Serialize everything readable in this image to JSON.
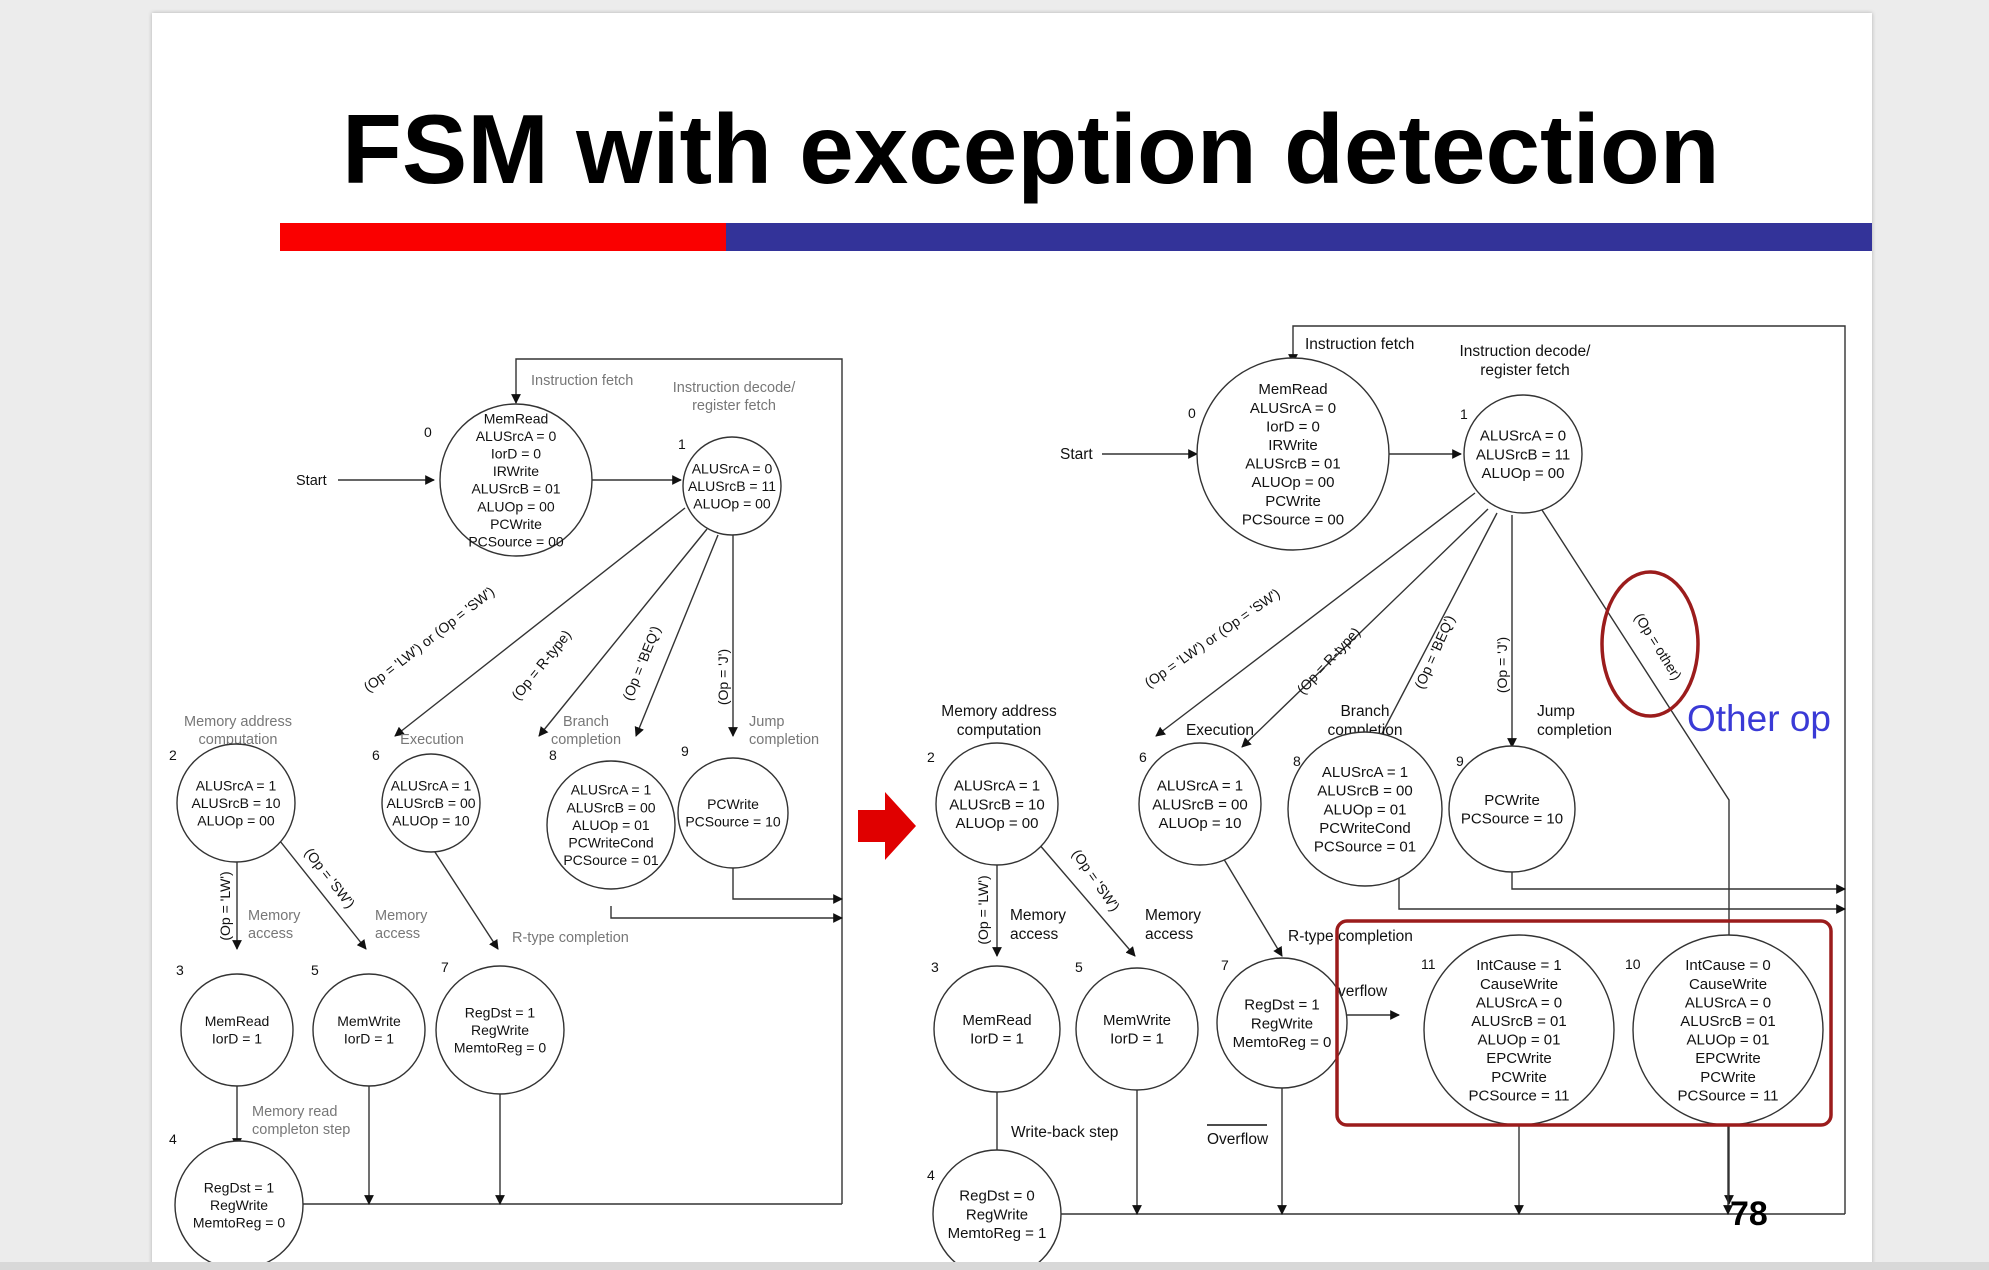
{
  "slide": {
    "title": "FSM with exception detection",
    "page_number": "78",
    "colors": {
      "bar_red": "#fa0000",
      "bar_blue": "#333399",
      "highlight": "#9b1c1c",
      "annotation": "#3a3ad6",
      "arrow": "#e00000"
    }
  },
  "left_fsm": {
    "labels": {
      "instruction_fetch": "Instruction fetch",
      "decode": [
        "Instruction decode/",
        "register fetch"
      ],
      "start": "Start",
      "mem_addr": [
        "Memory address",
        "computation"
      ],
      "execution": "Execution",
      "branch": [
        "Branch",
        "completion"
      ],
      "jump": [
        "Jump",
        "completion"
      ],
      "mem_access_3": [
        "Memory",
        "access"
      ],
      "mem_access_5": [
        "Memory",
        "access"
      ],
      "rtype_completion": "R-type completion",
      "mem_read_completion": [
        "Memory read",
        "completon step"
      ]
    },
    "conditions": {
      "lw_or_sw": "(Op = 'LW') or (Op = 'SW')",
      "rtype": "(Op = R-type)",
      "beq": "(Op = 'BEQ')",
      "j": "(Op = 'J')",
      "lw": "(Op = 'LW')",
      "sw": "(Op = 'SW')"
    },
    "states": [
      {
        "num": "0",
        "lines": [
          "MemRead",
          "ALUSrcA = 0",
          "IorD = 0",
          "IRWrite",
          "ALUSrcB = 01",
          "ALUOp = 00",
          "PCWrite",
          "PCSource = 00"
        ]
      },
      {
        "num": "1",
        "lines": [
          "ALUSrcA = 0",
          "ALUSrcB = 11",
          "ALUOp = 00"
        ]
      },
      {
        "num": "2",
        "lines": [
          "ALUSrcA = 1",
          "ALUSrcB = 10",
          "ALUOp = 00"
        ]
      },
      {
        "num": "6",
        "lines": [
          "ALUSrcA = 1",
          "ALUSrcB = 00",
          "ALUOp = 10"
        ]
      },
      {
        "num": "8",
        "lines": [
          "ALUSrcA = 1",
          "ALUSrcB = 00",
          "ALUOp = 01",
          "PCWriteCond",
          "PCSource = 01"
        ]
      },
      {
        "num": "9",
        "lines": [
          "PCWrite",
          "PCSource = 10"
        ]
      },
      {
        "num": "3",
        "lines": [
          "MemRead",
          "IorD = 1"
        ]
      },
      {
        "num": "5",
        "lines": [
          "MemWrite",
          "IorD = 1"
        ]
      },
      {
        "num": "7",
        "lines": [
          "RegDst = 1",
          "RegWrite",
          "MemtoReg = 0"
        ]
      },
      {
        "num": "4",
        "lines": [
          "RegDst = 1",
          "RegWrite",
          "MemtoReg = 0"
        ]
      }
    ]
  },
  "right_fsm": {
    "labels": {
      "instruction_fetch": "Instruction fetch",
      "decode": [
        "Instruction decode/",
        "register fetch"
      ],
      "start": "Start",
      "mem_addr": [
        "Memory address",
        "computation"
      ],
      "execution": "Execution",
      "branch": [
        "Branch",
        "completion"
      ],
      "jump": [
        "Jump",
        "completion"
      ],
      "mem_access_3": [
        "Memory",
        "access"
      ],
      "mem_access_5": [
        "Memory",
        "access"
      ],
      "rtype_completion": "R-type completion",
      "write_back": "Write-back step",
      "overflow": "Overflow",
      "overflow_bar": "Overflow",
      "other_op": "Other op"
    },
    "conditions": {
      "lw_or_sw": "(Op = 'LW') or (Op = 'SW')",
      "rtype": "(Op = R-type)",
      "beq": "(Op = 'BEQ')",
      "j": "(Op = 'J')",
      "other": "(Op = other)",
      "lw": "(Op = 'LW')",
      "sw": "(Op = 'SW')"
    },
    "states": [
      {
        "num": "0",
        "lines": [
          "MemRead",
          "ALUSrcA = 0",
          "IorD = 0",
          "IRWrite",
          "ALUSrcB = 01",
          "ALUOp = 00",
          "PCWrite",
          "PCSource = 00"
        ]
      },
      {
        "num": "1",
        "lines": [
          "ALUSrcA = 0",
          "ALUSrcB = 11",
          "ALUOp = 00"
        ]
      },
      {
        "num": "2",
        "lines": [
          "ALUSrcA = 1",
          "ALUSrcB = 10",
          "ALUOp = 00"
        ]
      },
      {
        "num": "6",
        "lines": [
          "ALUSrcA = 1",
          "ALUSrcB = 00",
          "ALUOp = 10"
        ]
      },
      {
        "num": "8",
        "lines": [
          "ALUSrcA = 1",
          "ALUSrcB = 00",
          "ALUOp = 01",
          "PCWriteCond",
          "PCSource = 01"
        ]
      },
      {
        "num": "9",
        "lines": [
          "PCWrite",
          "PCSource = 10"
        ]
      },
      {
        "num": "3",
        "lines": [
          "MemRead",
          "IorD = 1"
        ]
      },
      {
        "num": "5",
        "lines": [
          "MemWrite",
          "IorD = 1"
        ]
      },
      {
        "num": "7",
        "lines": [
          "RegDst = 1",
          "RegWrite",
          "MemtoReg = 0"
        ]
      },
      {
        "num": "11",
        "lines": [
          "IntCause = 1",
          "CauseWrite",
          "ALUSrcA = 0",
          "ALUSrcB = 01",
          "ALUOp = 01",
          "EPCWrite",
          "PCWrite",
          "PCSource = 11"
        ]
      },
      {
        "num": "10",
        "lines": [
          "IntCause = 0",
          "CauseWrite",
          "ALUSrcA = 0",
          "ALUSrcB = 01",
          "ALUOp = 01",
          "EPCWrite",
          "PCWrite",
          "PCSource = 11"
        ]
      },
      {
        "num": "4",
        "lines": [
          "RegDst = 0",
          "RegWrite",
          "MemtoReg = 1"
        ]
      }
    ]
  }
}
